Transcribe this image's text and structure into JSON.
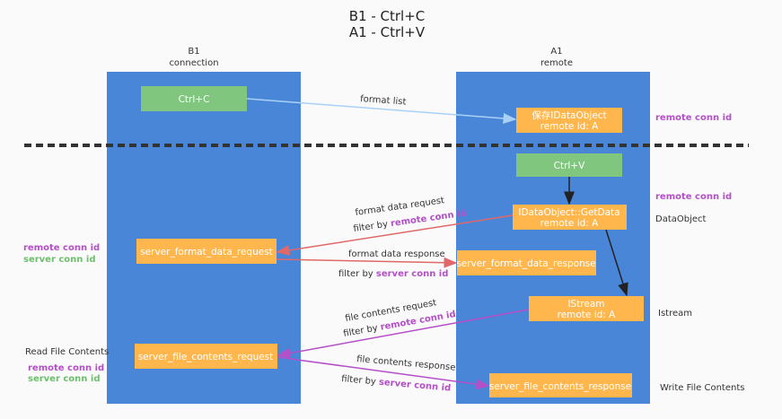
{
  "title": {
    "line1": "B1 - Ctrl+C",
    "line2": "A1 - Ctrl+V"
  },
  "columns": {
    "left": {
      "line1": "B1",
      "line2": "connection"
    },
    "right": {
      "line1": "A1",
      "line2": "remote"
    }
  },
  "boxes": {
    "ctrl_c": "Ctrl+C",
    "save_obj": {
      "line1": "保存IDataObject",
      "line2": "remote id: A"
    },
    "ctrl_v": "Ctrl+V",
    "getdata": {
      "line1": "IDataObject::GetData",
      "line2": "remote id: A"
    },
    "fmt_req": "server_format_data_request",
    "fmt_resp": "server_format_data_response",
    "istream": {
      "line1": "IStream",
      "line2": "remote id: A"
    },
    "file_req": "server_file_contents_request",
    "file_resp": "server_file_contents_response"
  },
  "arrows": {
    "format_list": "format list",
    "fmt_req": {
      "line1": "format data request",
      "prefix": "filter by ",
      "key": "remote conn id"
    },
    "fmt_resp": {
      "line1": "format data response",
      "prefix": "filter by ",
      "key": "server conn id"
    },
    "file_req": {
      "line1": "file contents request",
      "prefix": "filter by ",
      "key": "remote conn id"
    },
    "file_resp": {
      "line1": "file contents response",
      "prefix": "filter by ",
      "key": "server conn id"
    }
  },
  "side_labels": {
    "right_remote_1": "remote conn id",
    "right_remote_2": "remote conn id",
    "data_object": "DataObject",
    "istream": "Istream",
    "write_file": "Write File Contents",
    "left_remote_1": "remote conn id",
    "left_server_1": "server conn id",
    "read_file": "Read File Contents",
    "left_remote_2": "remote conn id",
    "left_server_2": "server conn id"
  },
  "colors": {
    "column": "#4a86d8",
    "box": "#ffb74d",
    "green_box": "#80c67f",
    "purple": "#b44fc8",
    "red_arrow": "#e06868",
    "light_arrow": "#a9d1f5"
  }
}
